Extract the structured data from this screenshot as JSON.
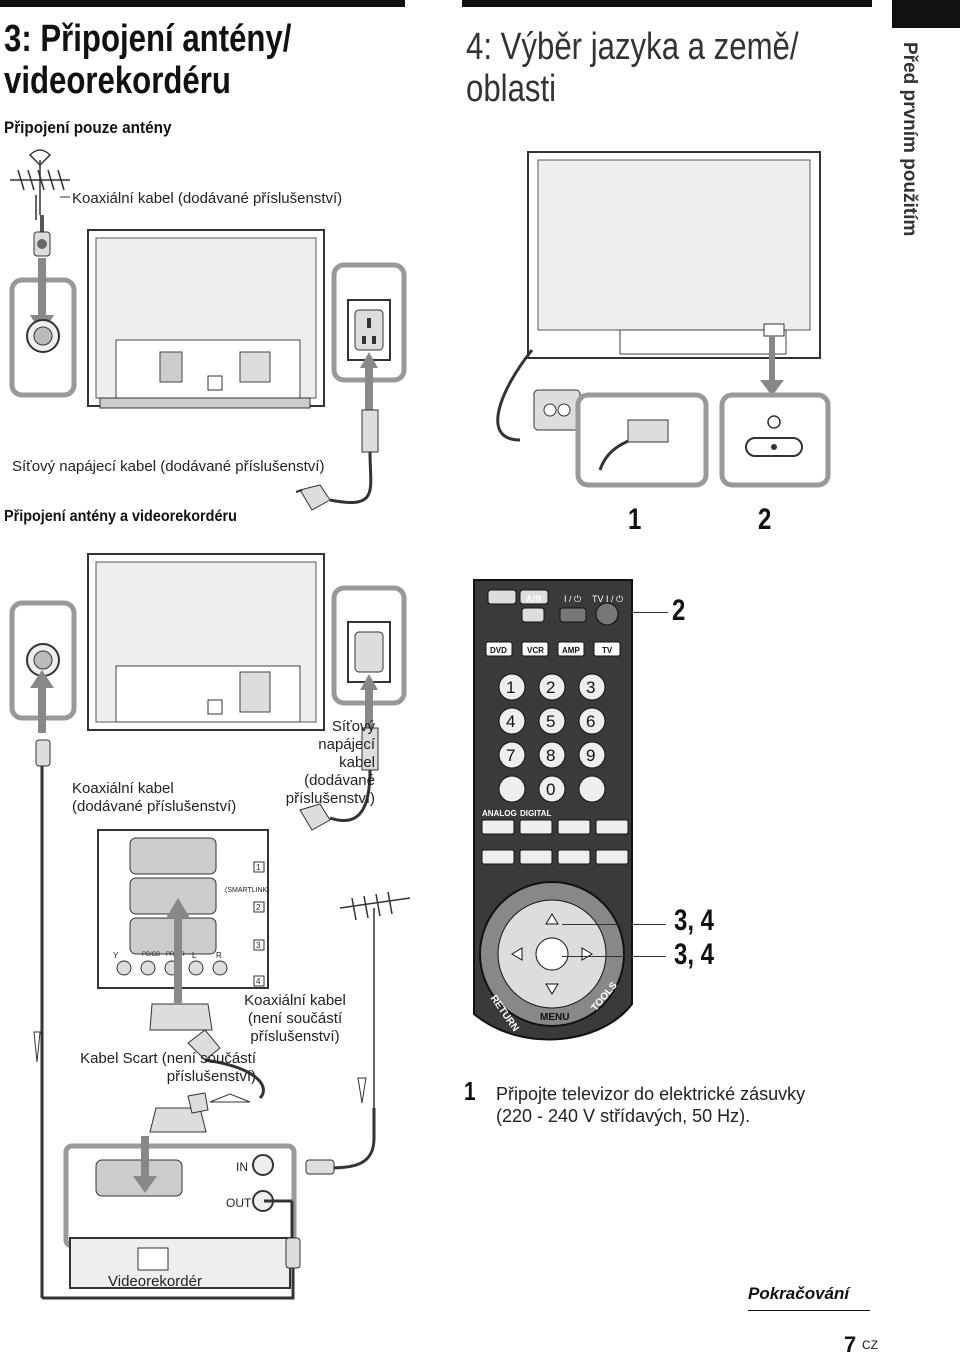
{
  "section3": {
    "title_line1": "3: Připojení antény/",
    "title_line2": "videorekordéru",
    "subtitle": "Připojení pouze antény",
    "coax_label": "Koaxiální kabel (dodávané příslušenství)",
    "power_cable_label": "Síťový napájecí kabel (dodávané příslušenství)",
    "subtitle2": "Připojení antény a videorekordéru",
    "coax_label2_line1": "Koaxiální kabel",
    "coax_label2_line2": "(dodávané příslušenství)",
    "power_label2_line1": "Síťový",
    "power_label2_line2": "napájecí",
    "power_label2_line3": "kabel",
    "power_label2_line4": "(dodávané",
    "power_label2_line5": "příslušenství)",
    "coax_label3_line1": "Koaxiální kabel",
    "coax_label3_line2": "(není součástí",
    "coax_label3_line3": "příslušenství)",
    "scart_label_line1": "Kabel Scart (není součástí",
    "scart_label_line2": "příslušenství)",
    "vcr_label": "Videorekordér",
    "vcr_in": "IN",
    "vcr_out": "OUT",
    "smartlink": "(SMARTLINK)",
    "port1": "1",
    "port2": "2",
    "port3": "3",
    "port4": "4",
    "jack_y": "Y",
    "jack_pb": "PB/CB",
    "jack_pr": "PR/CR",
    "jack_l": "L",
    "jack_r": "R"
  },
  "section4": {
    "title_line1": "4: Výběr jazyka a země/",
    "title_line2": "oblasti",
    "callout_1": "1",
    "callout_2": "2",
    "callout_2b": "2",
    "callout_34a": "3, 4",
    "callout_34b": "3, 4",
    "step1_number": "1",
    "step1_line1": "Připojte televizor do elektrické zásuvky",
    "step1_line2": "(220 - 240 V střídavých, 50 Hz).",
    "continued": "Pokračování"
  },
  "side_tab": "Před prvním použitím",
  "remote": {
    "top_labels": [
      "A/B",
      "I / ⏻",
      "TV I / ⏻"
    ],
    "source_buttons": [
      "DVD",
      "VCR",
      "AMP",
      "TV"
    ],
    "digits": [
      "1",
      "2",
      "3",
      "4",
      "5",
      "6",
      "7",
      "8",
      "9",
      "0"
    ],
    "analog": "ANALOG",
    "digital": "DIGITAL",
    "return": "RETURN",
    "menu": "MENU",
    "tools": "TOOLS"
  },
  "footer": {
    "page_number": "7",
    "page_suffix": "CZ"
  }
}
